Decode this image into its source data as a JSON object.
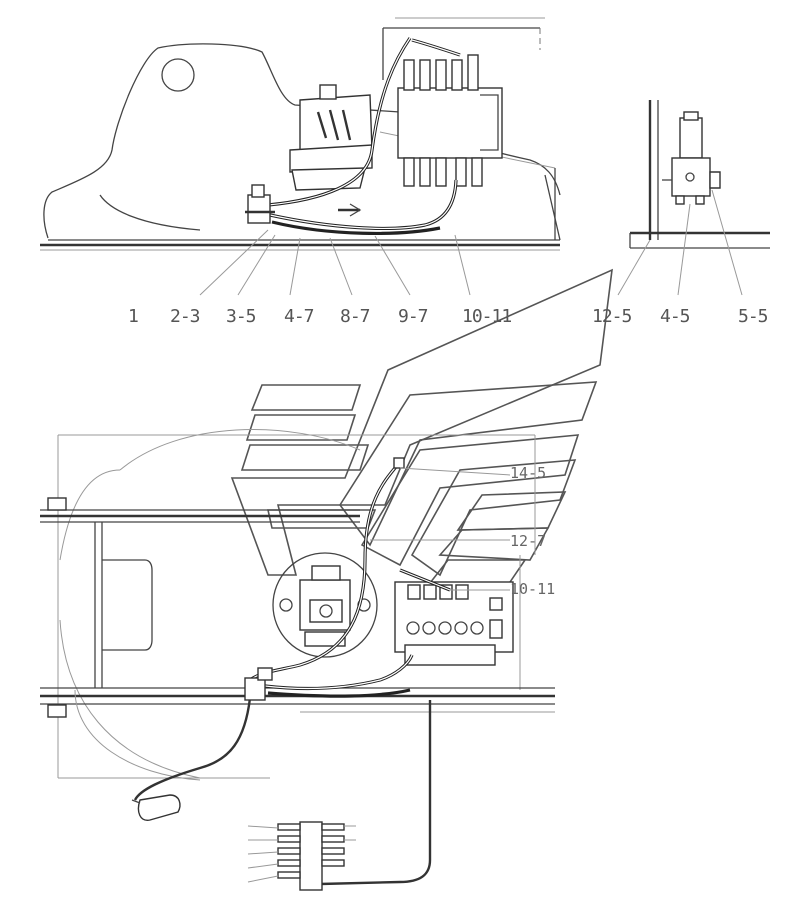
{
  "top_labels": [
    {
      "id": "c1",
      "text": "1"
    },
    {
      "id": "c2",
      "text": "2-3"
    },
    {
      "id": "c3",
      "text": "3-5"
    },
    {
      "id": "c4",
      "text": "4-7"
    },
    {
      "id": "c5",
      "text": "8-7"
    },
    {
      "id": "c6",
      "text": "9-7"
    },
    {
      "id": "c7",
      "text": "10-11"
    },
    {
      "id": "c8",
      "text": "12-5"
    },
    {
      "id": "c9",
      "text": "4-5"
    },
    {
      "id": "c10",
      "text": "5-5"
    }
  ],
  "bottom_labels": [
    {
      "id": "b1",
      "text": "14-5"
    },
    {
      "id": "b2",
      "text": "12-7"
    },
    {
      "id": "b3",
      "text": "10-11"
    }
  ],
  "colors": {
    "line": "#444444",
    "background": "#ffffff"
  }
}
